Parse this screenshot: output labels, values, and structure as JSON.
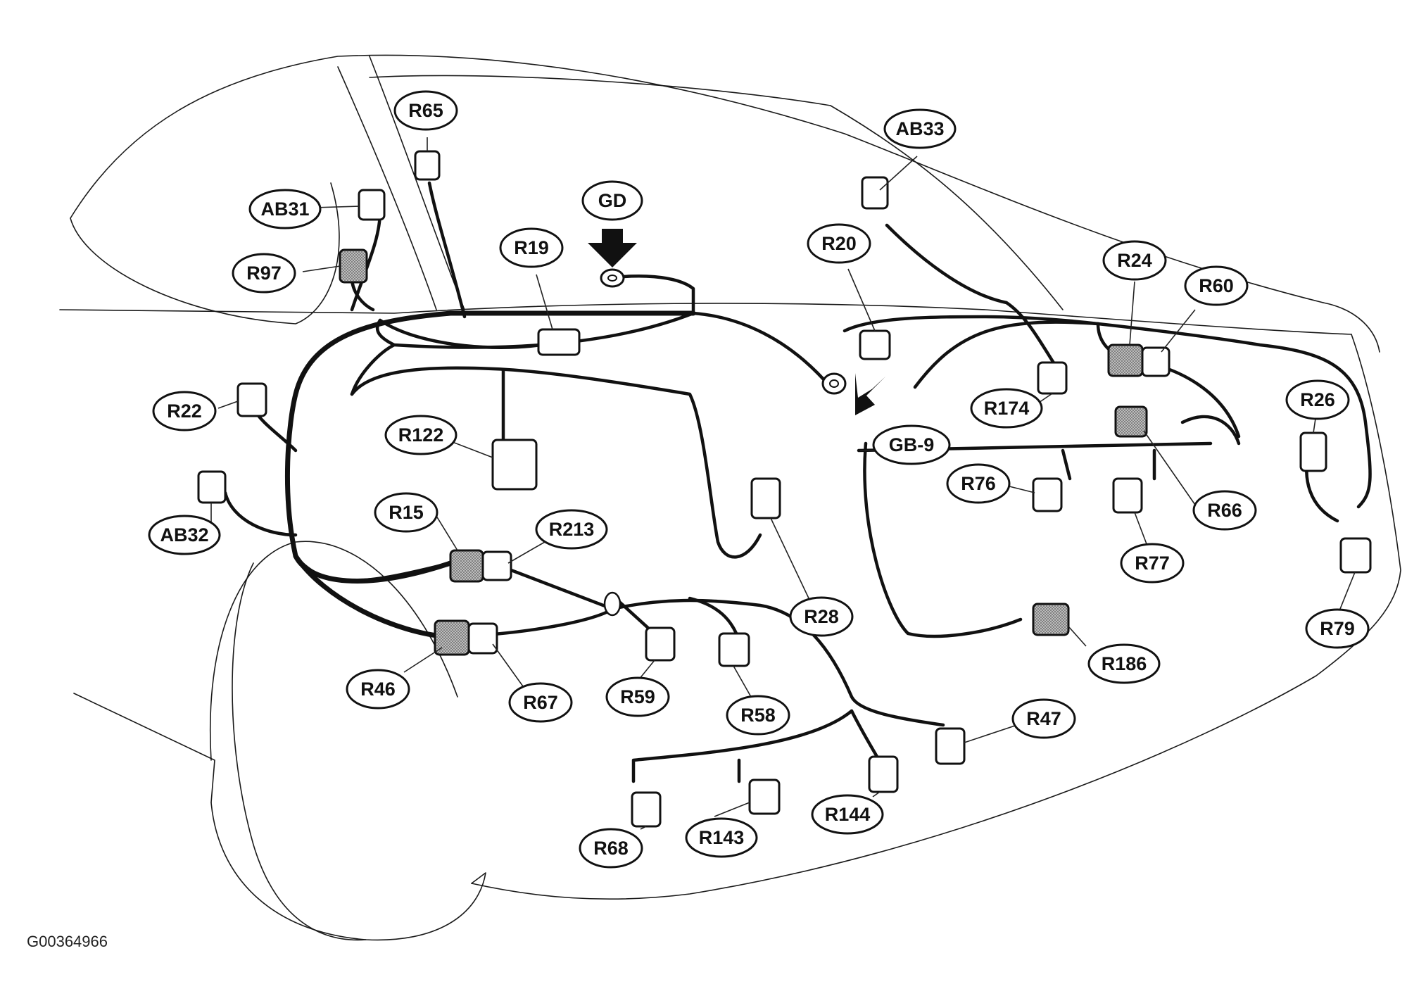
{
  "figure_id": "G00364966",
  "callouts": [
    {
      "key": "r65",
      "label": "R65"
    },
    {
      "key": "ab33",
      "label": "AB33"
    },
    {
      "key": "ab31",
      "label": "AB31"
    },
    {
      "key": "gd",
      "label": "GD"
    },
    {
      "key": "r19",
      "label": "R19"
    },
    {
      "key": "r20",
      "label": "R20"
    },
    {
      "key": "r24",
      "label": "R24"
    },
    {
      "key": "r60",
      "label": "R60"
    },
    {
      "key": "r97",
      "label": "R97"
    },
    {
      "key": "r22",
      "label": "R22"
    },
    {
      "key": "r122",
      "label": "R122"
    },
    {
      "key": "r174",
      "label": "R174"
    },
    {
      "key": "r26",
      "label": "R26"
    },
    {
      "key": "gb9",
      "label": "GB-9"
    },
    {
      "key": "r76",
      "label": "R76"
    },
    {
      "key": "r66",
      "label": "R66"
    },
    {
      "key": "ab32",
      "label": "AB32"
    },
    {
      "key": "r15",
      "label": "R15"
    },
    {
      "key": "r213",
      "label": "R213"
    },
    {
      "key": "r77",
      "label": "R77"
    },
    {
      "key": "r28",
      "label": "R28"
    },
    {
      "key": "r79",
      "label": "R79"
    },
    {
      "key": "r186",
      "label": "R186"
    },
    {
      "key": "r46",
      "label": "R46"
    },
    {
      "key": "r67",
      "label": "R67"
    },
    {
      "key": "r59",
      "label": "R59"
    },
    {
      "key": "r58",
      "label": "R58"
    },
    {
      "key": "r47",
      "label": "R47"
    },
    {
      "key": "r144",
      "label": "R144"
    },
    {
      "key": "r143",
      "label": "R143"
    },
    {
      "key": "r68",
      "label": "R68"
    }
  ]
}
